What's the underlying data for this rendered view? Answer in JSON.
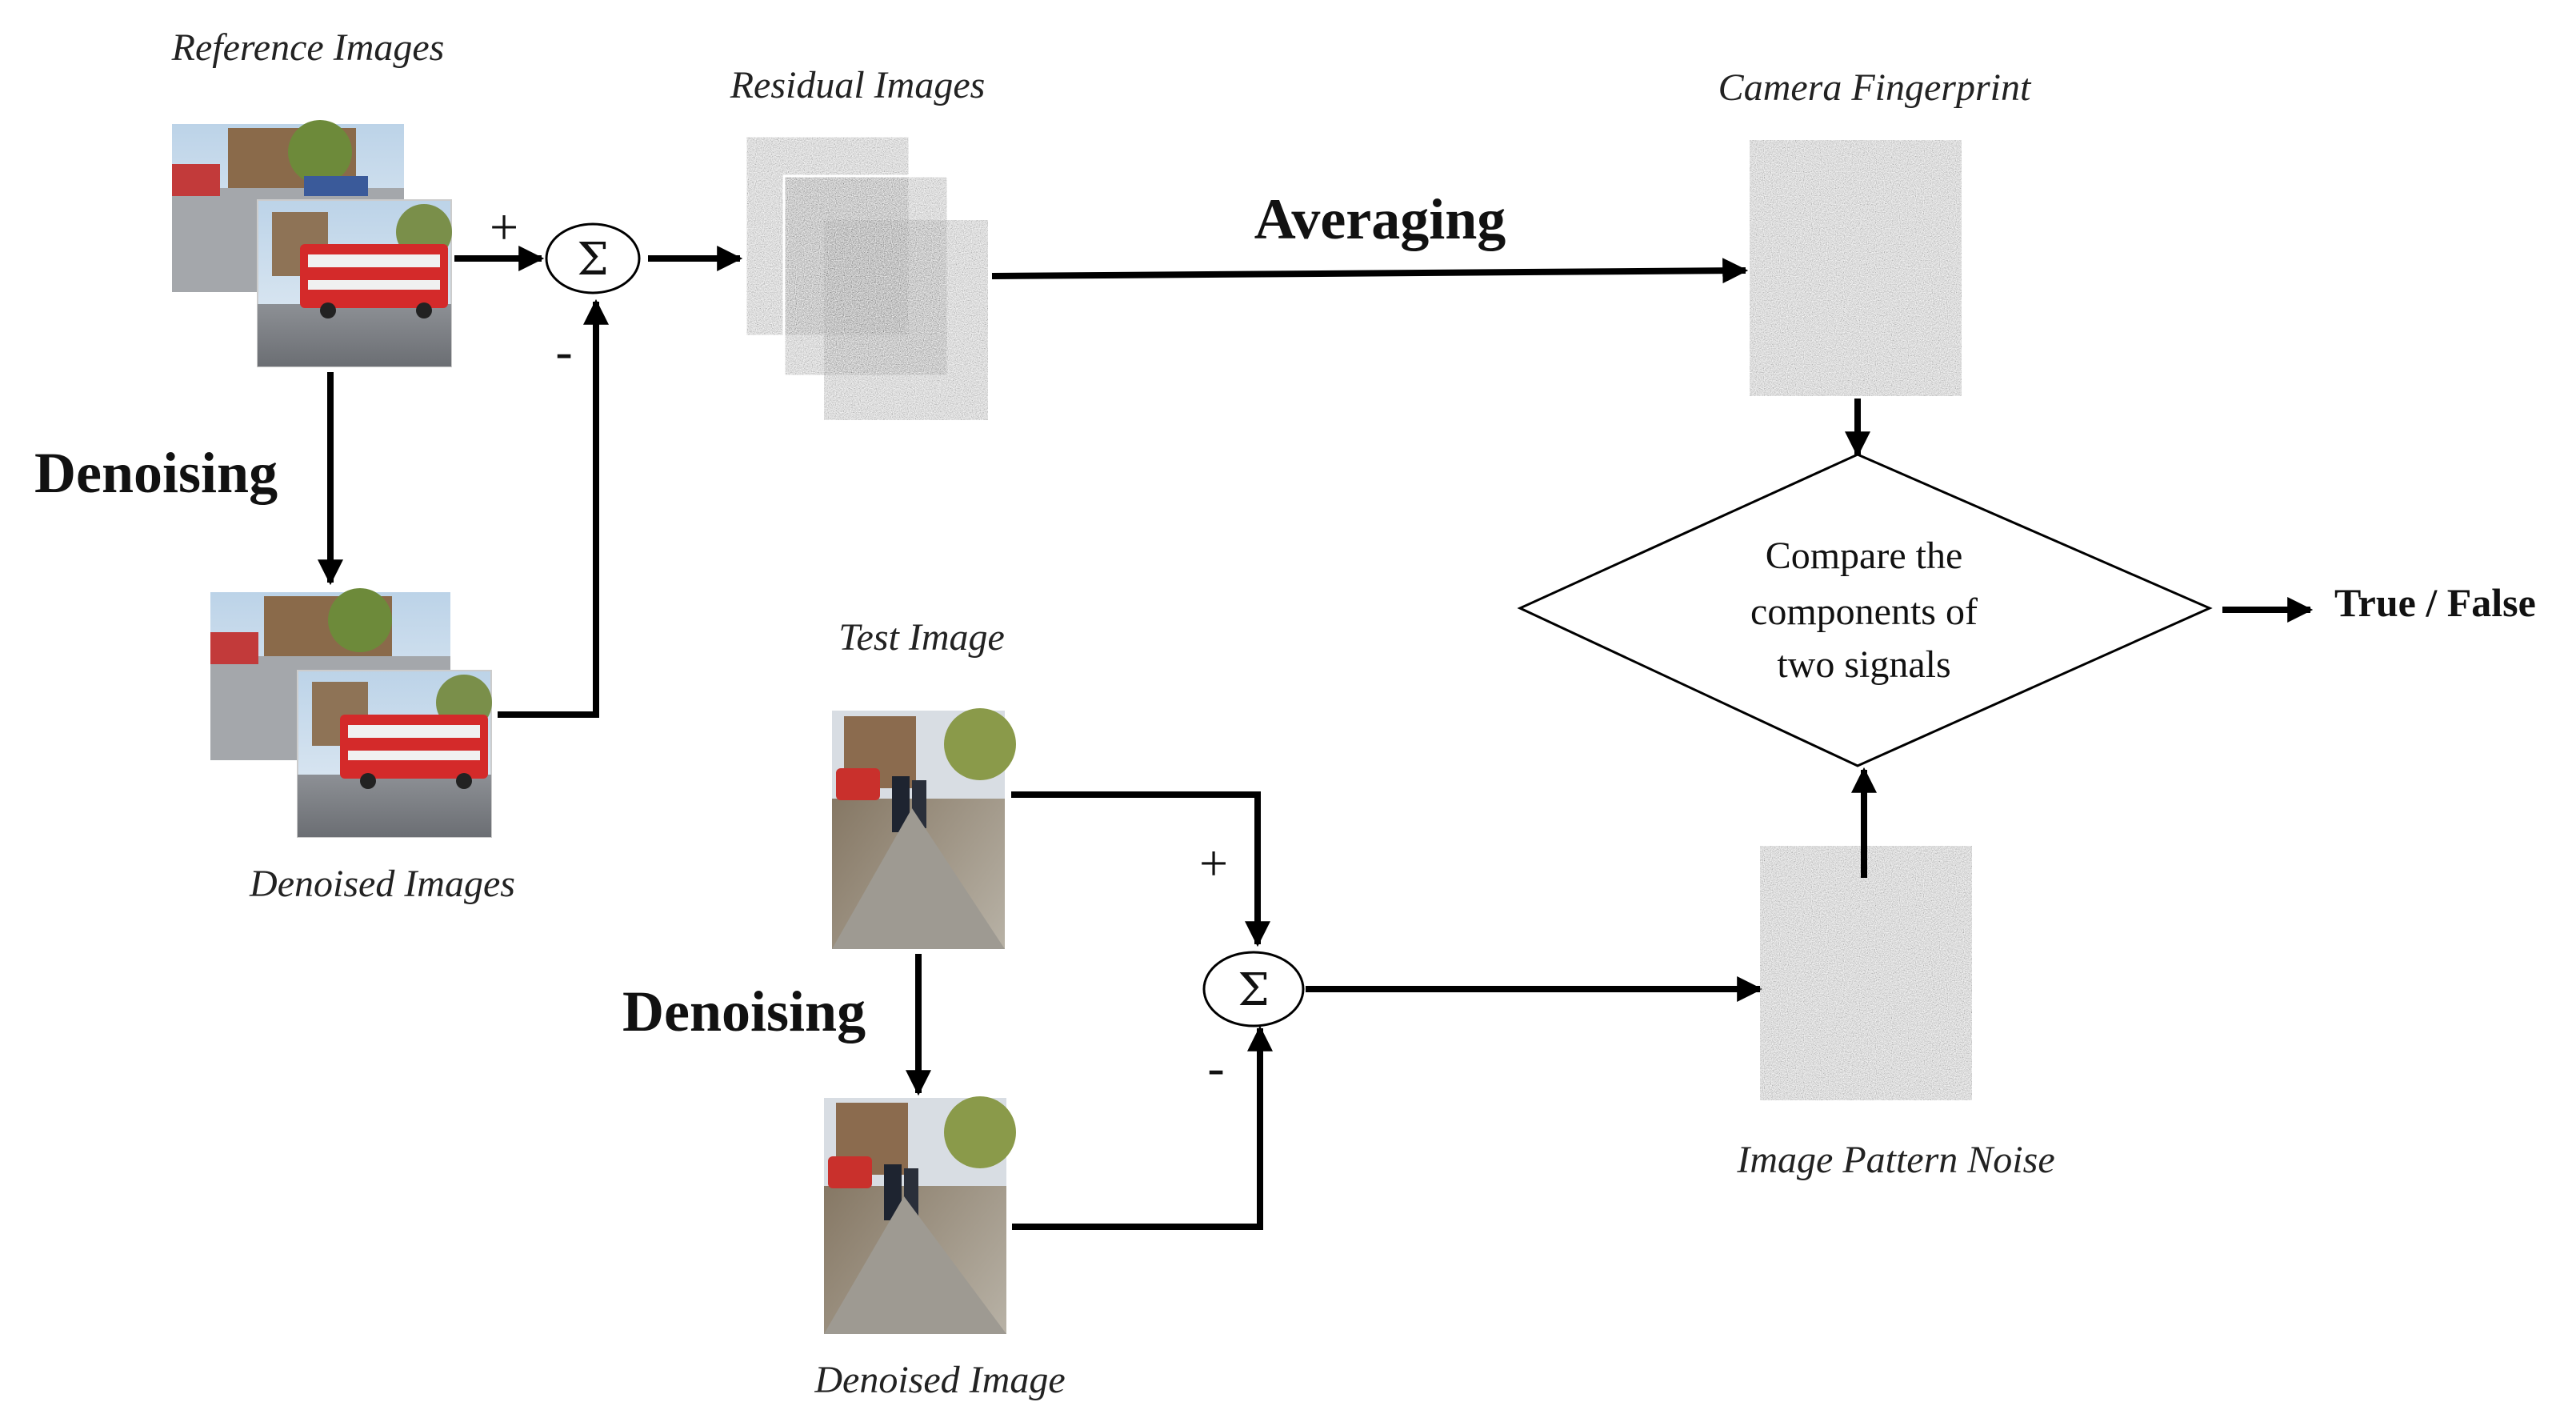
{
  "labels": {
    "reference_images": "Reference Images",
    "residual_images": "Residual Images",
    "camera_fingerprint": "Camera Fingerprint",
    "denoised_images": "Denoised Images",
    "test_image": "Test Image",
    "denoised_image": "Denoised Image",
    "image_pattern_noise": "Image Pattern Noise"
  },
  "steps": {
    "denoising_top": "Denoising",
    "denoising_bottom": "Denoising",
    "averaging": "Averaging"
  },
  "compare": {
    "line1": "Compare  the",
    "line2": "components  of",
    "line3": "two signals"
  },
  "output": "True / False",
  "signs": {
    "top_plus": "+",
    "top_minus": "-",
    "bottom_plus": "+",
    "bottom_minus": "-",
    "sum_symbol": "Σ"
  }
}
